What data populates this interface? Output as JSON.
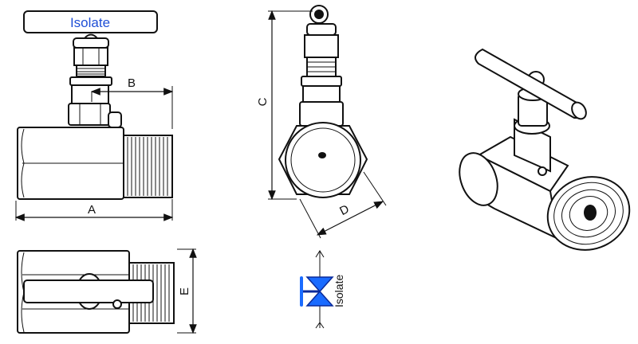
{
  "handle_label": "Isolate",
  "dimensions": {
    "a": "A",
    "b": "B",
    "c": "C",
    "d": "D",
    "e": "E"
  },
  "symbol": {
    "label": "Isolate"
  },
  "colors": {
    "label_blue": "#1f4fd6",
    "symbol_blue": "#1a6bff",
    "line": "#111111"
  }
}
